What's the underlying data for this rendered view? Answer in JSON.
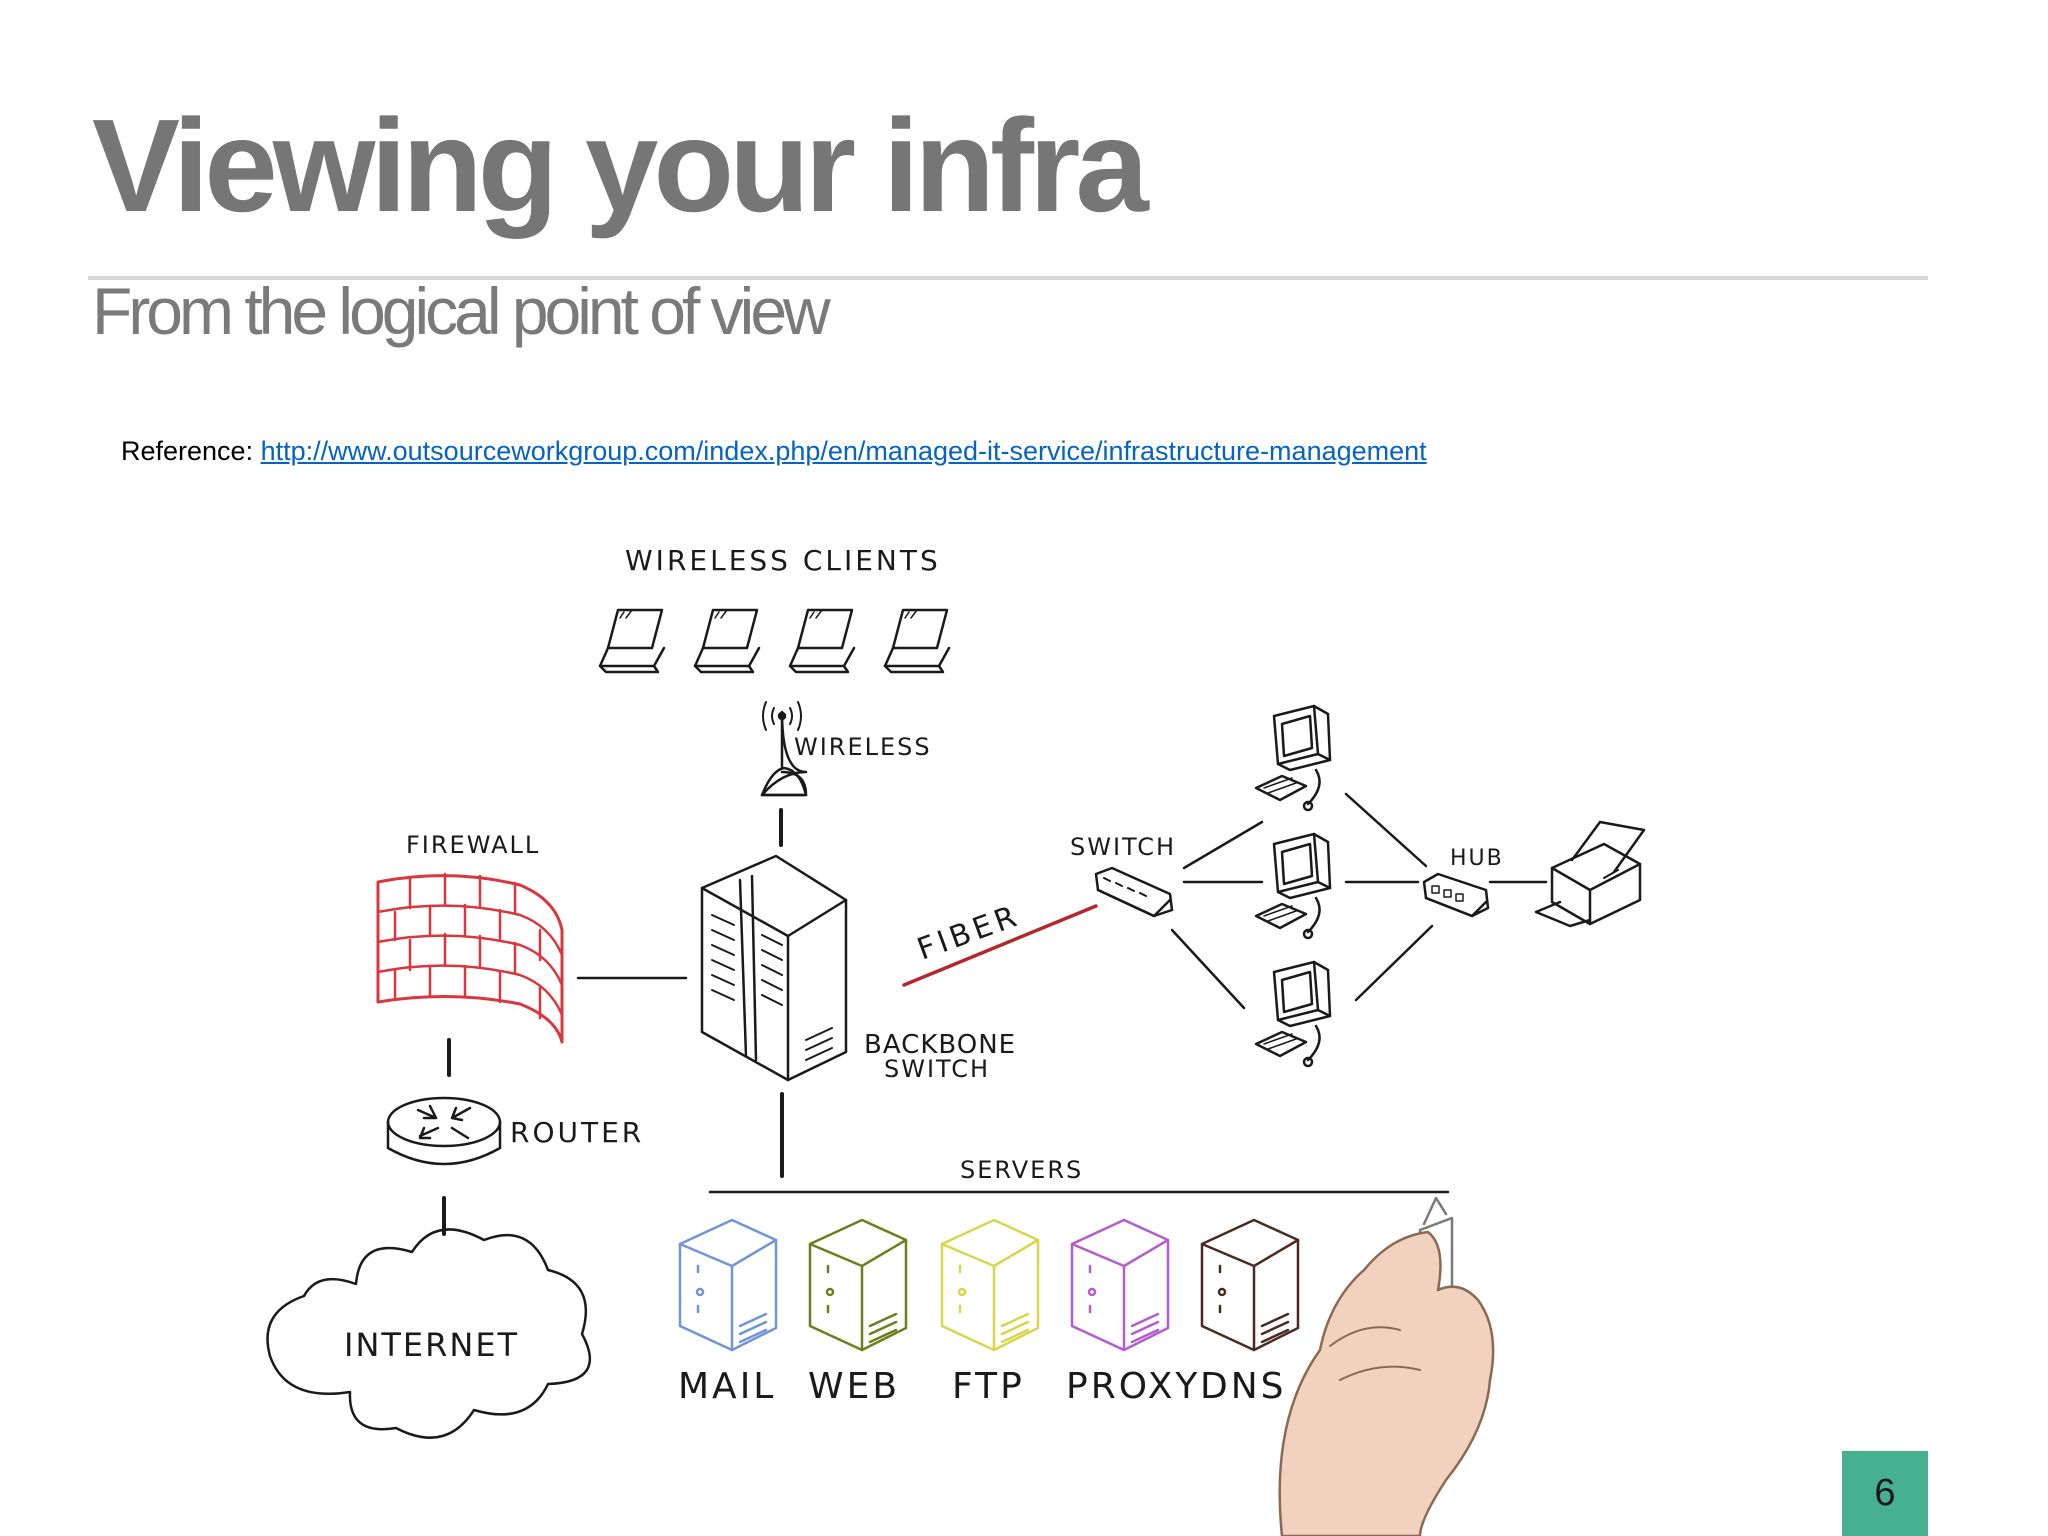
{
  "slide": {
    "title": "Viewing your infra",
    "subtitle": "From the logical point of view",
    "reference_label": "Reference:",
    "reference_url": "http://www.outsourceworkgroup.com/index.php/en/managed-it-service/infrastructure-management",
    "page_number": "6"
  },
  "diagram": {
    "wireless_clients_label": "WIRELESS CLIENTS",
    "wireless_label": "WIRELESS",
    "firewall_label": "FIREWALL",
    "switch_label": "SWITCH",
    "hub_label": "HUB",
    "fiber_label": "FIBER",
    "backbone_label_line1": "BACKBONE",
    "backbone_label_line2": "SWITCH",
    "router_label": "ROUTER",
    "servers_label": "SERVERS",
    "internet_label": "INTERNET",
    "server_names": [
      "MAIL",
      "WEB",
      "FTP",
      "PROXY",
      "DNS"
    ],
    "server_colors": [
      "#6f95d8",
      "#6b7f1d",
      "#d8d64a",
      "#b45bd0",
      "#4a2a22"
    ],
    "firewall_color": "#d9363e",
    "fiber_color": "#b3282d"
  }
}
